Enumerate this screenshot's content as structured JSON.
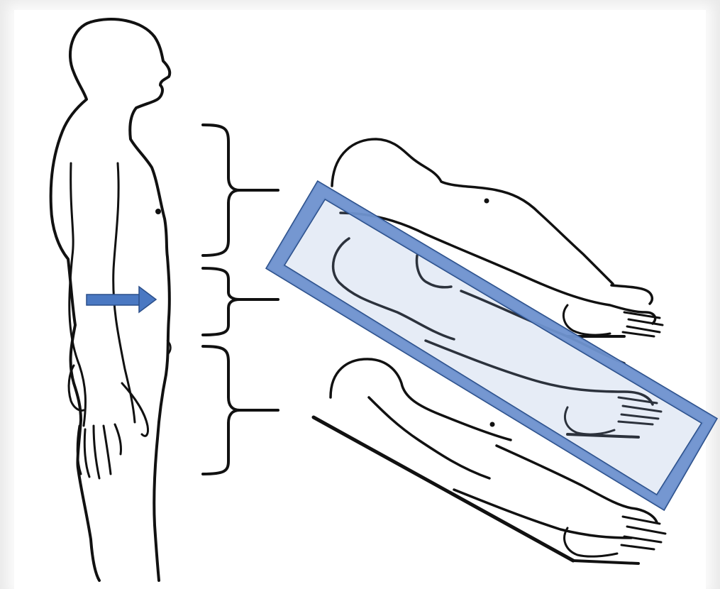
{
  "diagram": {
    "description_colors": {
      "background": "#e9e9e9",
      "panel": "#ffffff",
      "line": "#111111",
      "arrow": "#4a78c2",
      "highlight_border": "#2b4f8a",
      "highlight_fill": "#6f92cf"
    },
    "arrow_icon": "right-arrow-icon",
    "figures": [
      "standing-figure",
      "leaning-figure-top",
      "leaning-figure-middle",
      "leaning-figure-bottom"
    ],
    "brackets": [
      "bracket-upper",
      "bracket-middle",
      "bracket-lower"
    ],
    "highlight": "highlight-box"
  }
}
